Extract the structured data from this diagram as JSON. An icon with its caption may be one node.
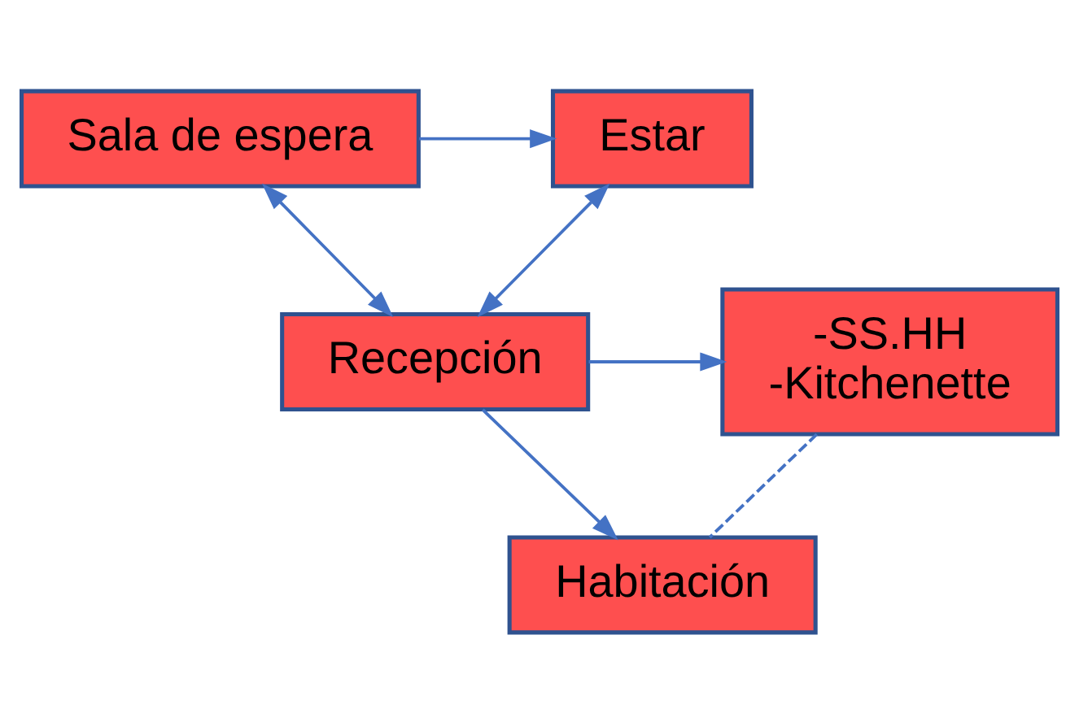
{
  "diagram": {
    "nodes": [
      {
        "text": [
          "Sala de espera"
        ]
      },
      {
        "text": [
          "Estar"
        ]
      },
      {
        "text": [
          "Recepción"
        ]
      },
      {
        "text": [
          "-SS.HH",
          "-Kitchenette"
        ]
      },
      {
        "text": [
          "Habitación"
        ]
      }
    ],
    "edges": [
      {
        "from": 0,
        "to": 1,
        "arrow": "to"
      },
      {
        "from": 0,
        "to": 2,
        "arrow": "both"
      },
      {
        "from": 2,
        "to": 1,
        "arrow": "both"
      },
      {
        "from": 2,
        "to": 3,
        "arrow": "to"
      },
      {
        "from": 2,
        "to": 4,
        "arrow": "to"
      },
      {
        "from": 3,
        "to": 4,
        "arrow": "none",
        "style": "dashed"
      }
    ]
  }
}
